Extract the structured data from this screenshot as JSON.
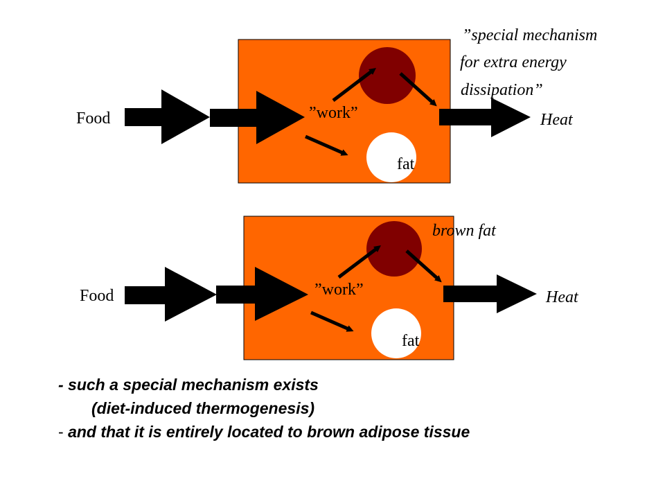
{
  "colors": {
    "box_fill": "#ff6600",
    "mechanism_fill": "#800000",
    "fat_fill": "#ffffff",
    "arrow": "#000000"
  },
  "top_diagram": {
    "annotation_lines": [
      "”special mechanism",
      "for extra energy",
      "dissipation”"
    ],
    "input_label": "Food",
    "work_label": "”work”",
    "fat_label": "fat",
    "output_label": "Heat"
  },
  "bottom_diagram": {
    "mechanism_label": "brown fat",
    "input_label": "Food",
    "work_label": "”work”",
    "fat_label": "fat",
    "output_label": "Heat"
  },
  "bullets": {
    "line1": "- such a special mechanism exists",
    "line2": "(diet-induced thermogenesis)",
    "line3_dash": "-",
    "line3_text": "and that it is entirely located to brown adipose tissue"
  }
}
